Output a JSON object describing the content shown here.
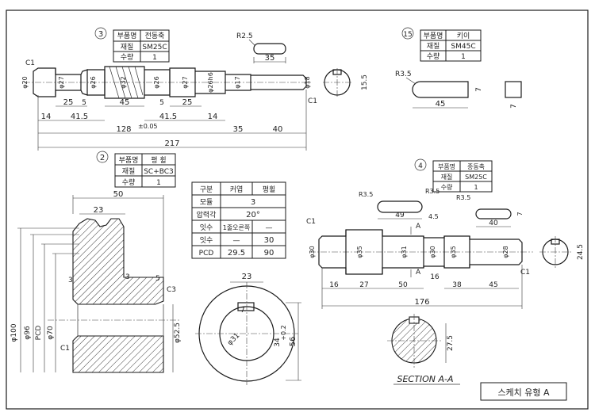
{
  "title_box": "스케치 유형 A",
  "part3": {
    "no": "3",
    "name_label": "부품명",
    "name": "전동축",
    "material_label": "재질",
    "material": "SM25C",
    "qty_label": "수량",
    "qty": "1",
    "dims": {
      "c1_left": "C1",
      "c1_right": "C1",
      "r25": "R2.5",
      "d20": "φ20",
      "d27a": "φ27",
      "d26": "φ26",
      "d32": "φ32",
      "d26b": "φ26",
      "d27b": "φ27",
      "d26h6": "φ26h6",
      "d17": "φ17",
      "d18": "φ18",
      "key35": "35",
      "d15_5": "15.5",
      "l25a": "25",
      "l5a": "5",
      "l45": "45",
      "l5b": "5",
      "l25b": "25",
      "l14a": "14",
      "l41_5a": "41.5",
      "l41_5b": "41.5",
      "l14b": "14",
      "l128": "128",
      "l128_tol": "±0.05",
      "l35": "35",
      "l40": "40",
      "l217": "217"
    }
  },
  "part15": {
    "no": "15",
    "name_label": "부품명",
    "name": "키이",
    "material_label": "재질",
    "material": "SM45C",
    "qty_label": "수량",
    "qty": "1",
    "dims": {
      "r35": "R3.5",
      "l45": "45",
      "w7": "7",
      "t7": "7"
    }
  },
  "part2": {
    "no": "2",
    "name_label": "부품명",
    "name": "평 휠",
    "material_label": "재질",
    "material": "SC+BC3",
    "qty_label": "수량",
    "qty": "1",
    "dims": {
      "w50": "50",
      "w23": "23",
      "l3a": "3",
      "l3b": "3",
      "l5": "5",
      "c3": "C3",
      "c1": "C1",
      "d100": "φ100",
      "d96": "φ96",
      "pcd": "PCD",
      "d70": "φ70",
      "d52_5": "φ52.5",
      "bore23": "23",
      "r7": "7",
      "r31": "φ31",
      "d34": "34",
      "d34_tol": "+0.2",
      "h56": "56"
    }
  },
  "spec_table": {
    "headers": [
      "구분",
      "커엽",
      "평휠"
    ],
    "rows": [
      [
        "모듈",
        "3"
      ],
      [
        "압력각",
        "20°"
      ],
      [
        "잇수",
        "1줄오른쪽",
        "—"
      ],
      [
        "잇수",
        "—",
        "30"
      ],
      [
        "PCD",
        "29.5",
        "90"
      ]
    ]
  },
  "part4": {
    "no": "4",
    "name_label": "부품명",
    "name": "종동축",
    "material_label": "재질",
    "material": "SM25C",
    "qty_label": "수량",
    "qty": "1",
    "dims": {
      "r35a": "R3.5",
      "r35b": "R3.5",
      "r35c": "R3.5",
      "l49": "49",
      "w5": "4.5",
      "k7": "7",
      "l40": "40",
      "c1": "C1",
      "c1b": "C1",
      "d30": "φ30",
      "d35": "φ35",
      "d31": "φ31",
      "d30h6": "φ30",
      "d35b": "φ35",
      "d28": "φ28",
      "l16": "16",
      "l27": "27",
      "l50": "50",
      "l16b": "16",
      "l38": "38",
      "l45": "45",
      "l176": "176",
      "d24_5": "24.5",
      "sec_a1": "A",
      "sec_a2": "A",
      "s27_5": "27.5"
    }
  },
  "section_label": "SECTION A-A"
}
